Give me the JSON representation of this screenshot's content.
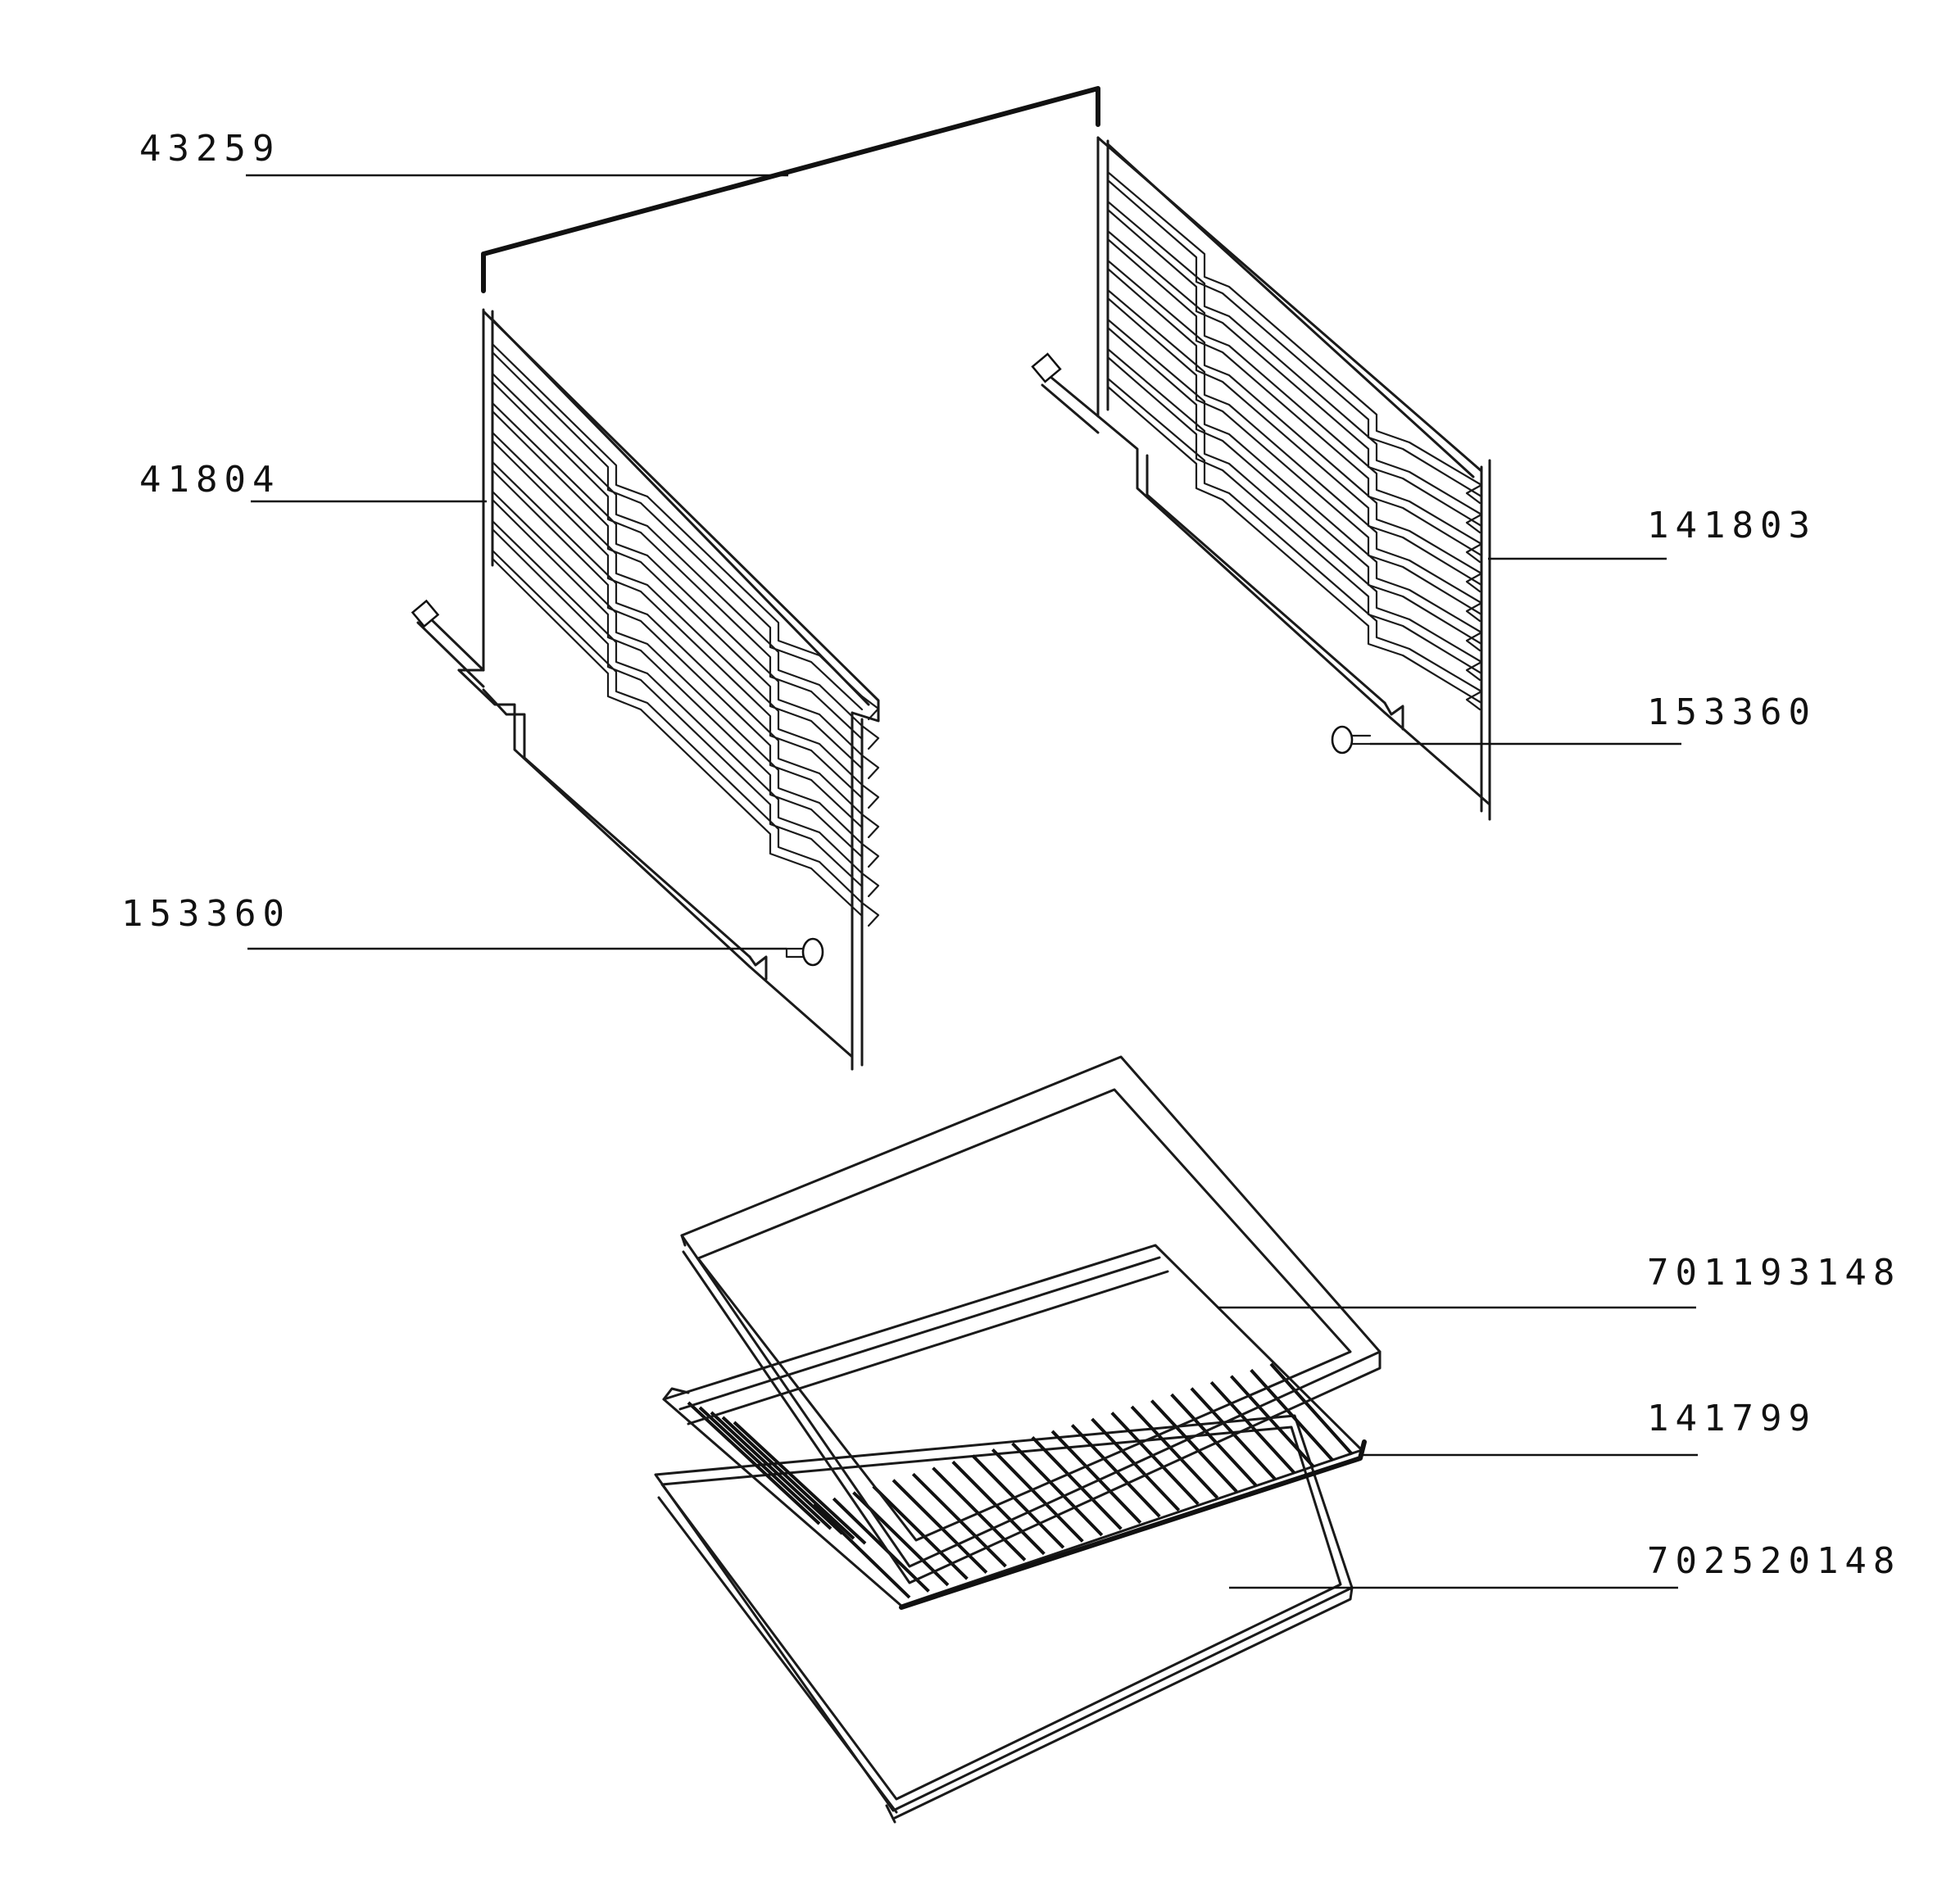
{
  "colors": {
    "ink": "#111111",
    "background": "#ffffff"
  },
  "parts": [
    {
      "id": "rod-top",
      "number": "43259"
    },
    {
      "id": "rack-left",
      "number": "41804"
    },
    {
      "id": "rack-right",
      "number": "141803"
    },
    {
      "id": "screw-right",
      "number": "153360"
    },
    {
      "id": "screw-left",
      "number": "153360"
    },
    {
      "id": "wire-shelf",
      "number": "701193148"
    },
    {
      "id": "grill-grate",
      "number": "141799"
    },
    {
      "id": "drip-tray",
      "number": "702520148"
    }
  ]
}
